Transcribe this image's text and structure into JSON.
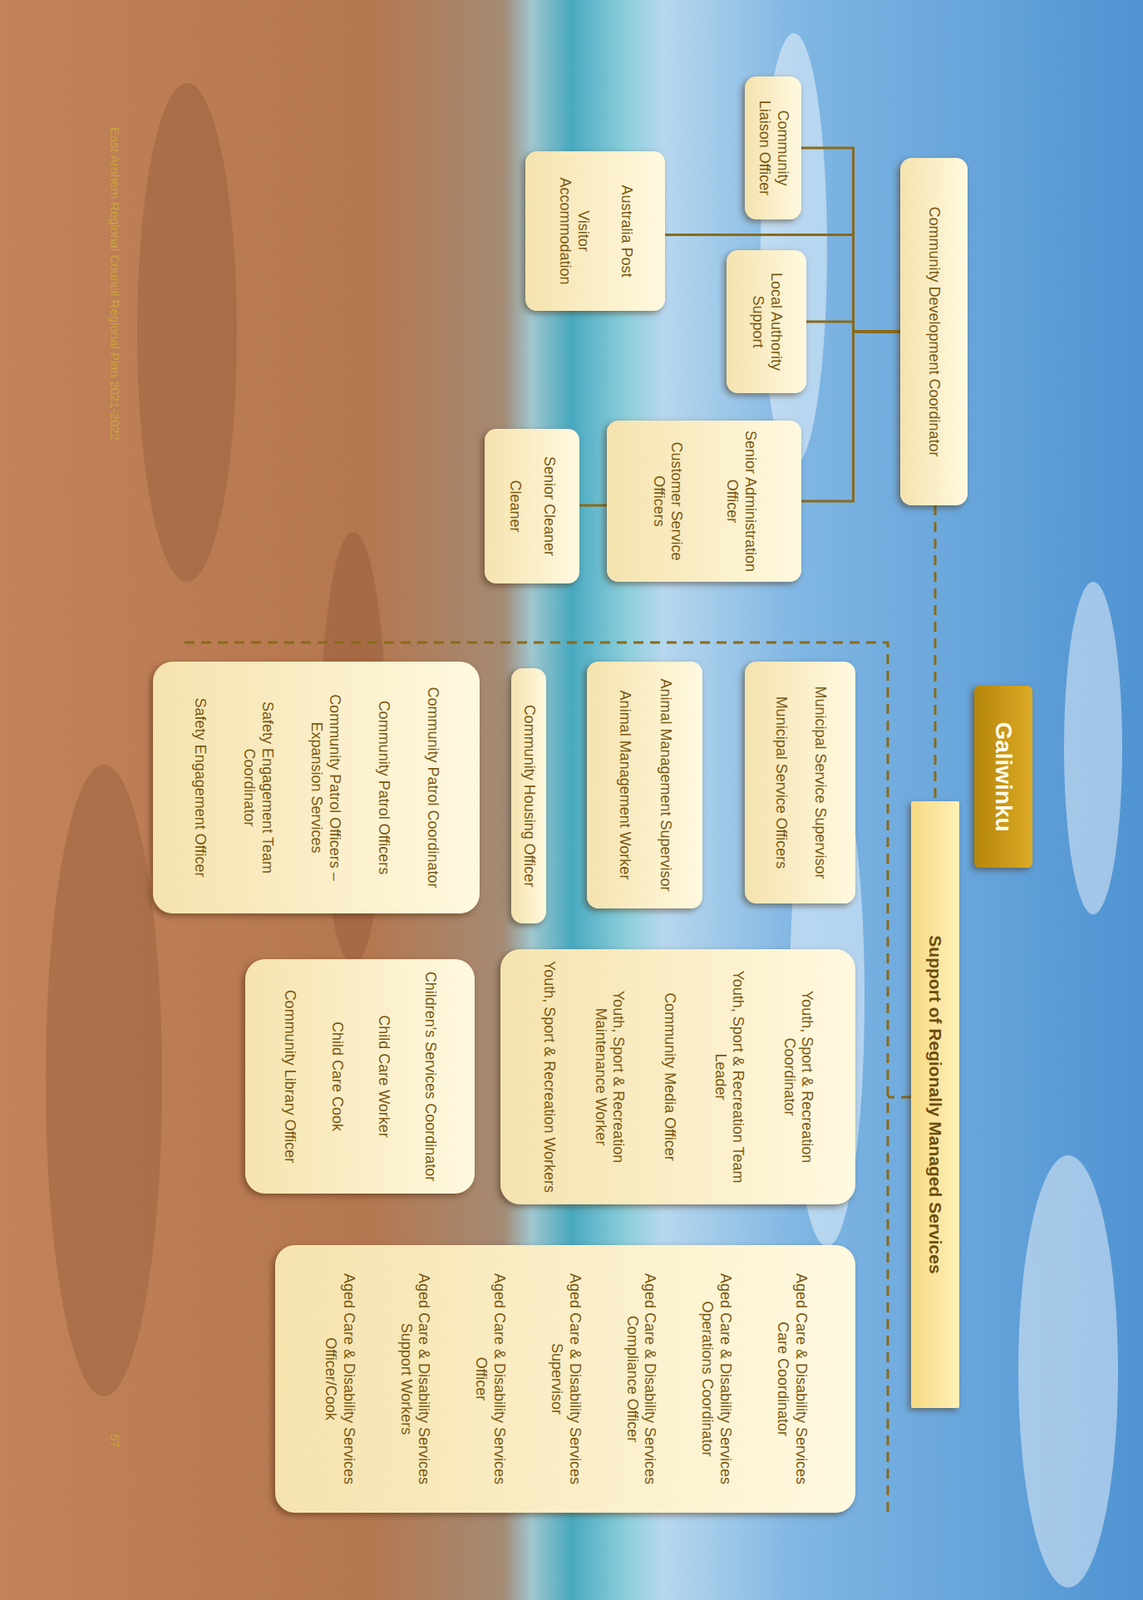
{
  "diagram": {
    "nodes": [
      {
        "text": [
          "Galiwinku"
        ]
      },
      {
        "text": [
          "Community Development Coordinator"
        ]
      },
      {
        "text": [
          "Community Liaison Officer"
        ]
      },
      {
        "text": [
          "Local Authority Support"
        ]
      },
      {
        "text": [
          "Senior Administration Officer",
          "Customer Service Officers"
        ]
      },
      {
        "text": [
          "Australia Post",
          "Visitor Accommodation"
        ]
      },
      {
        "text": [
          "Senior Cleaner",
          "Cleaner"
        ]
      },
      {
        "text": [
          "Support of Regionally Managed Services"
        ]
      },
      {
        "text": [
          "Municipal Service Supervisor",
          "Municipal Service Officers"
        ]
      },
      {
        "text": [
          "Animal Management Supervisor",
          "Animal Management Worker"
        ]
      },
      {
        "text": [
          "Community Housing Officer"
        ]
      },
      {
        "text": [
          "Community Patrol Coordinator",
          "Community Patrol Officers",
          "Community Patrol Officers – Expansion Services",
          "Safety Engagement Team Coordinator",
          "Safety Engagement Officer"
        ]
      },
      {
        "text": [
          "Youth, Sport & Recreation Coordinator",
          "Youth, Sport & Recreation Team Leader",
          "Community Media Officer",
          "Youth, Sport & Recreation Maintenance Worker",
          "Youth, Sport & Recreation Workers"
        ]
      },
      {
        "text": [
          "Children's Services Coordinator",
          "Child Care Worker",
          "Child Care Cook",
          "Community Library Officer"
        ]
      },
      {
        "text": [
          "Aged Care & Disability Services Care Coordinator",
          "Aged Care & Disability Services Operations Coordinator",
          "Aged Care & Disability Services Compliance Officer",
          "Aged Care & Disability Services Supervisor",
          "Aged Care & Disability Services Officer",
          "Aged Care & Disability Services Support Workers",
          "Aged Care & Disability Services Officer/Cook"
        ]
      }
    ],
    "edges": [
      {
        "from": 1,
        "to": 2,
        "arrow": "none"
      },
      {
        "from": 1,
        "to": 3,
        "arrow": "none"
      },
      {
        "from": 1,
        "to": 4,
        "arrow": "none"
      },
      {
        "from": 1,
        "to": 5,
        "arrow": "none"
      },
      {
        "from": 4,
        "to": 6,
        "arrow": "none"
      },
      {
        "from": 1,
        "to": 7,
        "arrow": "none"
      }
    ],
    "labels": [
      "East Arnhem Regional Council Regional Plan 2021-2022",
      "57"
    ]
  }
}
